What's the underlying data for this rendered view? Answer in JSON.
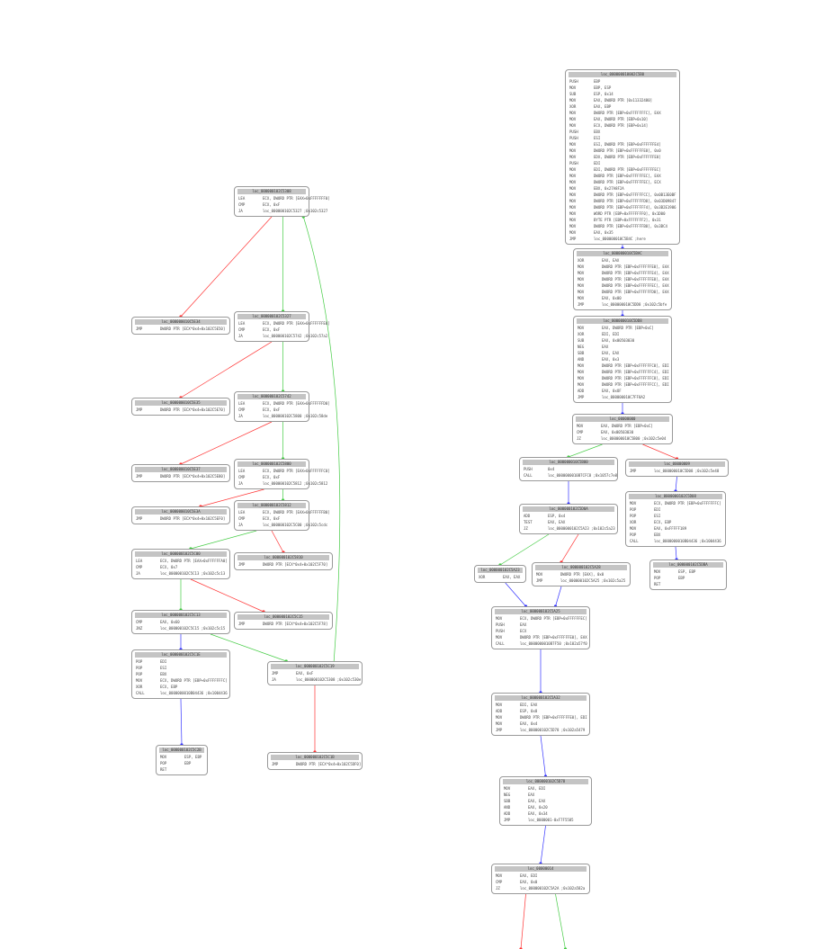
{
  "colors": {
    "true_edge": "#44cc44",
    "false_edge": "#ff3333",
    "flow_edge": "#3333ff",
    "title_bg": "#c4c4c4"
  },
  "nodes": [
    {
      "title": "loc_000000010002C5B0",
      "rows": [
        [
          "PUSH",
          "EBP"
        ],
        [
          "MOV",
          "EBP, ESP"
        ],
        [
          "SUB",
          "ESP, 0x14"
        ],
        [
          "MOV",
          "EAX, DWORD PTR [0x11332480]"
        ],
        [
          "XOR",
          "EAX, EBP"
        ],
        [
          "MOV",
          "DWORD PTR [EBP+0xFFFFFFFC], EAX"
        ],
        [
          "MOV",
          "EAX, DWORD PTR [EBP+0x10]"
        ],
        [
          "MOV",
          "ECX, DWORD PTR [EBP+0x14]"
        ],
        [
          "PUSH",
          "EBX"
        ],
        [
          "PUSH",
          "ESI"
        ],
        [
          "MOV",
          "ESI, DWORD PTR [EBP+0xFFFFFFE4]"
        ],
        [
          "MOV",
          "DWORD PTR [EBP+0xFFFFFFE8], 0x0"
        ],
        [
          "MOV",
          "EDX, DWORD PTR [EBP+0xFFFFFFE0]"
        ],
        [
          "PUSH",
          "EDI"
        ],
        [
          "MOV",
          "EDI, DWORD PTR [EBP+0xFFFFFFEC]"
        ],
        [
          "MOV",
          "DWORD PTR [EBP+0xFFFFFFEC], EAX"
        ],
        [
          "MOV",
          "DWORD PTR [EBP+0xFFFFFFEC], ECX"
        ],
        [
          "MOV",
          "EBX, 0x27A8F2A"
        ],
        [
          "MOV",
          "DWORD PTR [EBP+0xFFFFFFCC], 0x0B13E0BF"
        ],
        [
          "MOV",
          "DWORD PTR [EBP+0xFFFFFFD8], 0x03D09847"
        ],
        [
          "MOV",
          "DWORD PTR [EBP+0xFFFFFFF4], 0x3B2E1986"
        ],
        [
          "MOV",
          "WORD PTR [EBP+0xFFFFFFF0], 0x1D00"
        ],
        [
          "MOV",
          "BYTE PTR [EBP+0xFFFFFFF2], 0x31"
        ],
        [
          "MOV",
          "DWORD PTR [EBP+0xFFFFFFB8], 0x3BC4"
        ],
        [
          "MOV",
          "EAX, 0x35"
        ],
        [
          "JMP",
          "loc_000000010C5B4C ;here"
        ]
      ]
    },
    {
      "title": "loc_000000010C5BAC",
      "rows": [
        [
          "XOR",
          "EAX, EAX"
        ],
        [
          "MOV",
          "DWORD PTR [EBP+0xFFFFFFE0], EAX"
        ],
        [
          "MOV",
          "DWORD PTR [EBP+0xFFFFFFE4], EAX"
        ],
        [
          "MOV",
          "DWORD PTR [EBP+0xFFFFFFE8], EAX"
        ],
        [
          "MOV",
          "DWORD PTR [EBP+0xFFFFFFEC], EAX"
        ],
        [
          "MOV",
          "DWORD PTR [EBP+0xFFFFFFD0], EAX"
        ],
        [
          "MOV",
          "EAX, 0x00"
        ],
        [
          "JMP",
          "loc_000000010C5DD8 ;0x102c5bfe"
        ]
      ]
    },
    {
      "title": "loc_000000010C5DD8",
      "rows": [
        [
          "MOV",
          "EAX, DWORD PTR [EBP+0xC]"
        ],
        [
          "XOR",
          "EDI, EDI"
        ],
        [
          "SUB",
          "EAX, 0x00503030"
        ],
        [
          "NEG",
          "EAX"
        ],
        [
          "SBB",
          "EAX, EAX"
        ],
        [
          "AND",
          "EAX, 0x3"
        ],
        [
          "MOV",
          "DWORD PTR [EBP+0xFFFFFFC0], EDI"
        ],
        [
          "MOV",
          "DWORD PTR [EBP+0xFFFFFFC4], EDI"
        ],
        [
          "MOV",
          "DWORD PTR [EBP+0xFFFFFFC8], EDI"
        ],
        [
          "MOV",
          "DWORD PTR [EBP+0xFFFFFFCC], EDI"
        ],
        [
          "ADD",
          "EAX, 0xOF"
        ],
        [
          "JMP",
          "loc_000000010C7FF8A2"
        ]
      ]
    },
    {
      "title": "loc_00000000",
      "rows": [
        [
          "MOV",
          "EAX, DWORD PTR [EBP+0xC]"
        ],
        [
          "CMP",
          "EAX, 0x00503030"
        ],
        [
          "JZ",
          "loc_000000010C5B00 ;0x102c5e04"
        ]
      ]
    },
    {
      "title": "loc_000000010C5B00",
      "rows": [
        [
          "PUSH",
          "0x4"
        ],
        [
          "CALL",
          "loc_0000000010B7CFC8 ;0x1057c7e8"
        ]
      ]
    },
    {
      "title": "loc_00000009",
      "rows": [
        [
          "JMP",
          "loc_000000010C5D08 ;0x102c5e48"
        ]
      ]
    },
    {
      "title": "loc_0000000102C5D08",
      "rows": [
        [
          "MOV",
          "ECX, DWORD PTR [EBP+0xFFFFFFFC]"
        ],
        [
          "POP",
          "EDI"
        ],
        [
          "POP",
          "ESI"
        ],
        [
          "XOR",
          "ECX, EBP"
        ],
        [
          "MOV",
          "EAX, 0xFFFFF189"
        ],
        [
          "POP",
          "EBX"
        ],
        [
          "CALL",
          "loc_0000000010B04436 ;0x1004436"
        ]
      ]
    },
    {
      "title": "loc_000000102C5D0A",
      "rows": [
        [
          "ADD",
          "ESP, 0x4"
        ],
        [
          "TEST",
          "EAX, EAX"
        ],
        [
          "JZ",
          "loc_0000000102C5A23 ;0x102c5a23"
        ]
      ]
    },
    {
      "title": "loc_000000102C5DBA",
      "rows": [
        [
          "MOV",
          "ESP, EBP"
        ],
        [
          "POP",
          "EBP"
        ],
        [
          "RET",
          ""
        ]
      ]
    },
    {
      "title": "loc_000000102C5A23",
      "rows": [
        [
          "XOR",
          "EAX, EAX"
        ]
      ]
    },
    {
      "title": "loc_000000102C5A28",
      "rows": [
        [
          "MOV",
          "DWORD PTR [EAX], 0x0"
        ],
        [
          "JMP",
          "loc_000000102C5A25 ;0x102c5a25"
        ]
      ]
    },
    {
      "title": "loc_000000102C5A25",
      "rows": [
        [
          "MOV",
          "ECX, DWORD PTR [EBP+0xFFFFFFEC]"
        ],
        [
          "PUSH",
          "EAX"
        ],
        [
          "PUSH",
          "ECX"
        ],
        [
          "MOV",
          "DWORD PTR [EBP+0xFFFFFFE0], EAX"
        ],
        [
          "CALL",
          "loc_0000000010B7F50 ;0x102a57f0"
        ]
      ]
    },
    {
      "title": "loc_000000102C5A32",
      "rows": [
        [
          "MOV",
          "EDI, EAX"
        ],
        [
          "ADD",
          "ESP, 0x8"
        ],
        [
          "MOV",
          "DWORD PTR [EBP+0xFFFFFFE0], EDI"
        ],
        [
          "MOV",
          "EAX, 0x4"
        ],
        [
          "JMP",
          "loc_000000102C5D78 ;0x102a5479"
        ]
      ]
    },
    {
      "title": "loc_000000102C5D78",
      "rows": [
        [
          "MOV",
          "EAX, EDI"
        ],
        [
          "NEG",
          "EAX"
        ],
        [
          "SBB",
          "EAX, EAX"
        ],
        [
          "AND",
          "EAX, 0x20"
        ],
        [
          "ADD",
          "EAX, 0x34"
        ],
        [
          "JMP",
          "loc_0000001-0xF7F5585"
        ]
      ]
    },
    {
      "title": "loc_00000014",
      "rows": [
        [
          "MOV",
          "EAX, EDI"
        ],
        [
          "CMP",
          "EAX, 0x0"
        ],
        [
          "JZ",
          "loc_000000102C5A2A ;0x102a582a"
        ]
      ]
    },
    {
      "title": "loc_000000102C5308",
      "rows": [
        [
          "LEA",
          "ECX, DWORD PTR [EAX+0xFFFFFFF0]"
        ],
        [
          "CMP",
          "ECX, 0xF"
        ],
        [
          "JA",
          "loc_000000102C5327 ;0x102c5327"
        ]
      ]
    },
    {
      "title": "loc_000000010C5E34",
      "rows": [
        [
          "JMP",
          "DWORD PTR [ECX*0x4+0x102C5E50]"
        ]
      ]
    },
    {
      "title": "loc_000000102C5327",
      "rows": [
        [
          "LEA",
          "ECX, DWORD PTR [EAX+0xFFFFFFE0]"
        ],
        [
          "CMP",
          "ECX, 0xF"
        ],
        [
          "JA",
          "loc_000000102C5742 ;0x102c57a2"
        ]
      ]
    },
    {
      "title": "loc_000000010C5E35",
      "rows": [
        [
          "JMP",
          "DWORD PTR [ECX*0x4+0x102C5E70]"
        ]
      ]
    },
    {
      "title": "loc_000000102C5742",
      "rows": [
        [
          "LEA",
          "ECX, DWORD PTR [EAX+0xFFFFFFD0]"
        ],
        [
          "CMP",
          "ECX, 0xF"
        ],
        [
          "JA",
          "loc_000000102C5800 ;0x102c58de"
        ]
      ]
    },
    {
      "title": "loc_000000010C5E37",
      "rows": [
        [
          "JMP",
          "DWORD PTR [ECX*0x4+0x102C5E80]"
        ]
      ]
    },
    {
      "title": "loc_000000102C5800",
      "rows": [
        [
          "LEA",
          "ECX, DWORD PTR [EAX+0xFFFFFFC0]"
        ],
        [
          "CMP",
          "ECX, 0xF"
        ],
        [
          "JA",
          "loc_000000102C5812 ;0x102c5812"
        ]
      ]
    },
    {
      "title": "loc_000000010C5E3A",
      "rows": [
        [
          "JMP",
          "DWORD PTR [ECX*0x4+0x102C5EF0]"
        ]
      ]
    },
    {
      "title": "loc_000000102C5812",
      "rows": [
        [
          "LEA",
          "ECX, DWORD PTR [EAX+0xFFFFFFB0]"
        ],
        [
          "CMP",
          "ECX, 0xF"
        ],
        [
          "JA",
          "loc_000000102C5C00 ;0x102c5cdc"
        ]
      ]
    },
    {
      "title": "loc_000000102C5810",
      "rows": [
        [
          "JMP",
          "DWORD PTR [ECX*0x4+0x102C5F70]"
        ]
      ]
    },
    {
      "title": "loc_000000102C5C00",
      "rows": [
        [
          "LEA",
          "ECX, DWORD PTR [EAX+0xFFFFFFA0]"
        ],
        [
          "CMP",
          "ECX, 0x7"
        ],
        [
          "JA",
          "loc_000000102C5C13 ;0x102c5c13"
        ]
      ]
    },
    {
      "title": "loc_000000102C5C13",
      "rows": [
        [
          "CMP",
          "EAX, 0x60"
        ],
        [
          "JNZ",
          "loc_000000102C5C15 ;0x102c5c15"
        ]
      ]
    },
    {
      "title": "loc_000000102C5C15",
      "rows": [
        [
          "JMP",
          "DWORD PTR [ECX*0x4+0x102C5F78]"
        ]
      ]
    },
    {
      "title": "loc_000000102C5C1E",
      "rows": [
        [
          "POP",
          "EDI"
        ],
        [
          "POP",
          "ESI"
        ],
        [
          "POP",
          "EBX"
        ],
        [
          "MOV",
          "ECX, DWORD PTR [EBP+0xFFFFFFFC]"
        ],
        [
          "XOR",
          "ECX, EBP"
        ],
        [
          "CALL",
          "loc_0000000010B04436 ;0x1004436"
        ]
      ]
    },
    {
      "title": "loc_000000102C5C19",
      "rows": [
        [
          "JMP",
          "EAX, 0xF"
        ],
        [
          "JA",
          "loc_000000102C5308 ;0x102c530e"
        ]
      ]
    },
    {
      "title": "loc_000000102C5C2B",
      "rows": [
        [
          "MOV",
          "ESP, EBP"
        ],
        [
          "POP",
          "EBP"
        ],
        [
          "RET",
          ""
        ]
      ]
    },
    {
      "title": "loc_000000102C5C1B",
      "rows": [
        [
          "JMP",
          "DWORD PTR [ECX*0x4+0x102C5DF0]"
        ]
      ]
    }
  ]
}
